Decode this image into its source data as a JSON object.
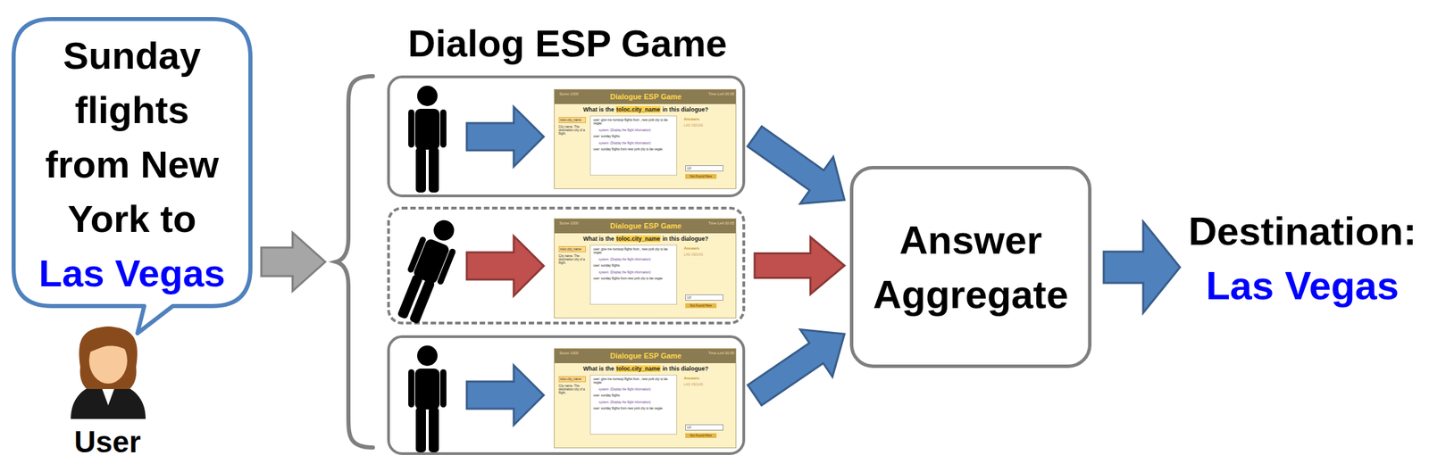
{
  "diagram": {
    "nodes": [
      {
        "text": [
          "Sunday flights from New York to",
          "Las Vegas"
        ]
      },
      {
        "text": [
          "Score 1000",
          "Dialogue ESP Game",
          "Time Left 00:05",
          "What is the",
          "toloc.city_name",
          "in this dialogue?",
          "toloc.city_name",
          "City name. The destination city of a flight.",
          "user: give me nonstop flights from , new york city to las vegas",
          "system: (Display the flight information)",
          "user: sunday flights",
          "system: (Display the flight information)",
          "user: sunday flights from new york city to las vegas",
          "Answers",
          "LAS VEGAS",
          "LV",
          "Not Found Here"
        ]
      },
      {
        "text": [
          "Score 1000",
          "Dialogue ESP Game",
          "Time Left 00:05",
          "What is the",
          "toloc.city_name",
          "in this dialogue?",
          "toloc.city_name",
          "City name. The destination city of a flight.",
          "user: give me nonstop flights from , new york city to las vegas",
          "system: (Display the flight information)",
          "user: sunday flights",
          "system: (Display the flight information)",
          "user: sunday flights from new york city to las vegas",
          "Answers",
          "LAS VEGAS",
          "LV",
          "Not Found Here"
        ]
      },
      {
        "text": [
          "Score 1000",
          "Dialogue ESP Game",
          "Time Left 00:05",
          "What is the",
          "toloc.city_name",
          "in this dialogue?",
          "toloc.city_name",
          "City name. The destination city of a flight.",
          "user: give me nonstop flights from , new york city to las vegas",
          "system: (Display the flight information)",
          "user: sunday flights",
          "system: (Display the flight information)",
          "user: sunday flights from new york city to las vegas",
          "Answers",
          "LAS VEGAS",
          "LV",
          "Not Found Here"
        ]
      },
      {
        "text": [
          "Answer Aggregate"
        ]
      }
    ],
    "edges": [
      {
        "from": 1,
        "to": 4,
        "arrow": "to"
      },
      {
        "from": 2,
        "to": 4,
        "arrow": "to"
      },
      {
        "from": 3,
        "to": 4,
        "arrow": "to"
      }
    ],
    "labels": [
      "User",
      "Dialog ESP Game",
      "Destination:",
      "Las Vegas"
    ]
  }
}
